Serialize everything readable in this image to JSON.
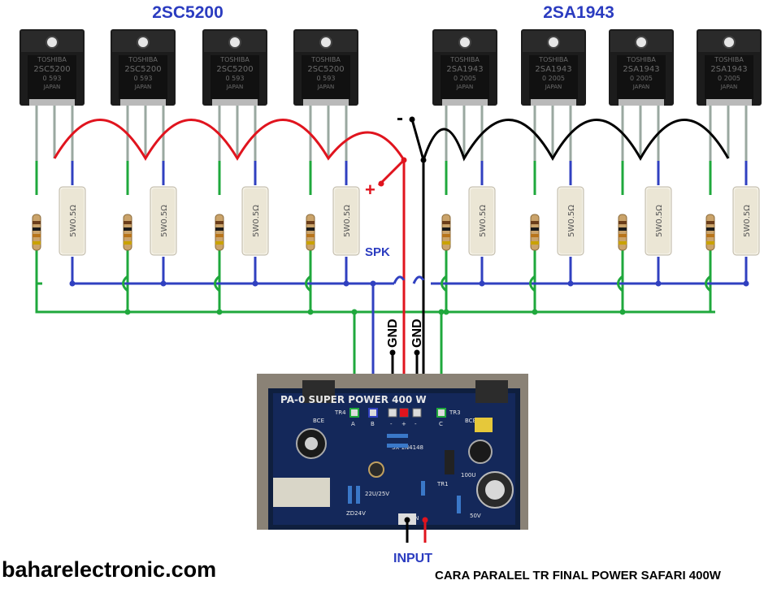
{
  "labels": {
    "npn_group": "2SC5200",
    "pnp_group": "2SA1943",
    "minus": "-",
    "plus": "+",
    "spk": "SPK",
    "gnd_left": "GND",
    "gnd_right": "GND",
    "input": "INPUT"
  },
  "transistor": {
    "brand": "TOSHIBA",
    "npn_part": "2SC5200",
    "pnp_part": "2SA1943",
    "npn_code": "0 593",
    "pnp_code": "0 2005",
    "origin": "JAPAN"
  },
  "resistor_label": "5W0.5Ω",
  "board": {
    "title": "PA-0 SUPER POWER 400 W",
    "pins": [
      "A",
      "B",
      "-",
      "+",
      "-",
      "C"
    ],
    "tr4": "TR4",
    "tr3": "TR3",
    "tr1": "TR1",
    "bce": "BCE",
    "diodes": "3X 1N4148",
    "cap": "22U/25V",
    "zd": "ZD24V",
    "cap2": "100U",
    "cap3": "50V",
    "in": "IN"
  },
  "footer": {
    "site": "baharelectronic.com",
    "caption": "CARA PARALEL TR FINAL POWER SAFARI 400W"
  },
  "colors": {
    "red": "#e0141e",
    "black": "#000000",
    "green": "#1fa83c",
    "blue": "#3040c0",
    "label_blue": "#2b3cc0"
  }
}
